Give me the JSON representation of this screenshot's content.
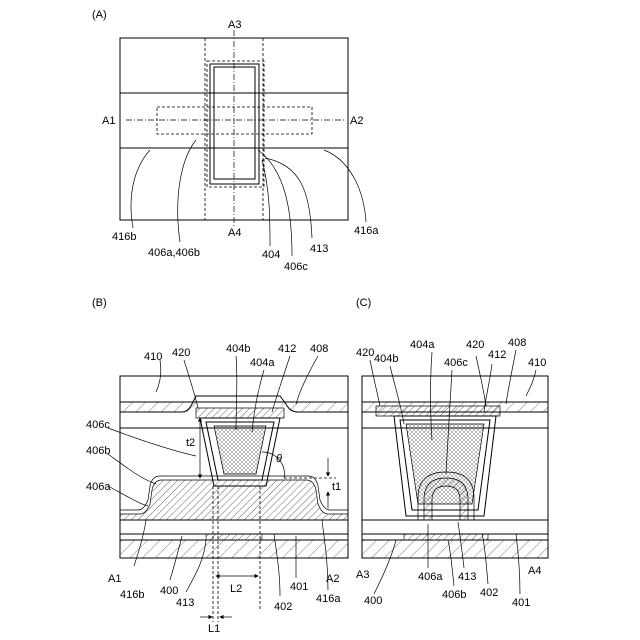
{
  "panels": {
    "a": {
      "caption": "(A)",
      "labels": {
        "a1": "A1",
        "a2": "A2",
        "a3": "A3",
        "a4": "A4",
        "l416b": "416b",
        "l406ab": "406a,406b",
        "l404": "404",
        "l406c": "406c",
        "l413": "413",
        "l416a": "416a"
      }
    },
    "b": {
      "caption": "(B)",
      "labels": {
        "l410": "410",
        "l420": "420",
        "l404b": "404b",
        "l404a": "404a",
        "l412": "412",
        "l408": "408",
        "l406c": "406c",
        "l406b": "406b",
        "l406a": "406a",
        "t2": "t2",
        "theta": "θ",
        "t1": "t1",
        "a1": "A1",
        "a2": "A2",
        "l416b": "416b",
        "l400": "400",
        "l413": "413",
        "l402": "402",
        "l401": "401",
        "l416a": "416a",
        "L1": "L1",
        "L2": "L2"
      }
    },
    "c": {
      "caption": "(C)",
      "labels": {
        "l420a": "420",
        "l404b": "404b",
        "l404a": "404a",
        "l406c": "406c",
        "l420b": "420",
        "l412": "412",
        "l408": "408",
        "l410": "410",
        "a3": "A3",
        "a4": "A4",
        "l406a": "406a",
        "l413": "413",
        "l402": "402",
        "l400": "400",
        "l406b": "406b",
        "l401": "401"
      }
    }
  }
}
